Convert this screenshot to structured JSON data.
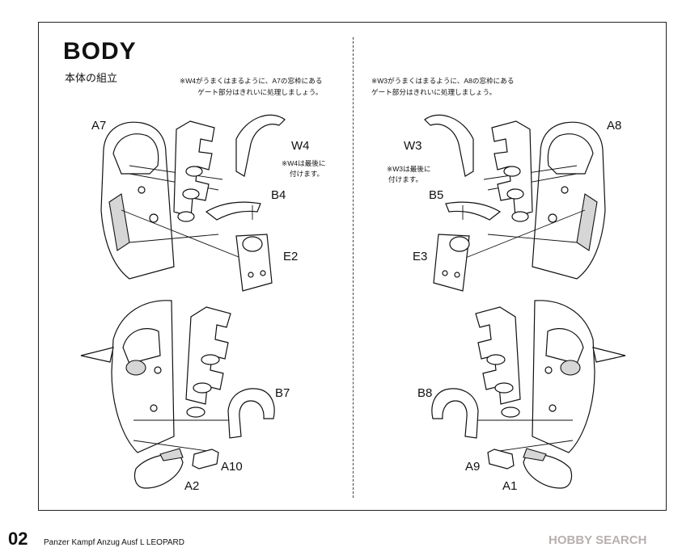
{
  "header": {
    "title": "BODY",
    "subtitle": "本体の組立"
  },
  "notes": {
    "left_top_line1": "※W4がうまくはまるように、A7の窓枠にある",
    "left_top_line2": "ゲート部分はきれいに処理しましょう。",
    "right_top_line1": "※W3がうまくはまるように、A8の窓枠にある",
    "right_top_line2": "ゲート部分はきれいに処理しましょう。",
    "w4_line1": "※W4は最後に",
    "w4_line2": "付けます。",
    "w3_line1": "※W3は最後に",
    "w3_line2": "付けます。"
  },
  "labels": {
    "a7": "A7",
    "w4": "W4",
    "b4": "B4",
    "e2": "E2",
    "b7": "B7",
    "a10": "A10",
    "a2": "A2",
    "a8": "A8",
    "w3": "W3",
    "b5": "B5",
    "e3": "E3",
    "b8": "B8",
    "a9": "A9",
    "a1": "A1"
  },
  "footer": {
    "page_number": "02",
    "product": "Panzer Kampf Anzug Ausf L LEOPARD",
    "watermark": "HOBBY SEARCH"
  }
}
